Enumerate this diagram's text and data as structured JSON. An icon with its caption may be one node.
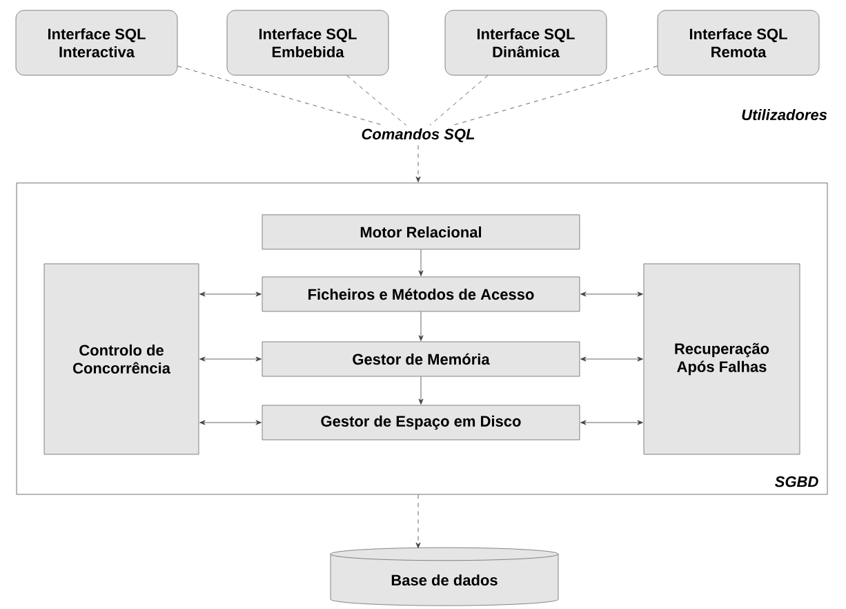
{
  "diagram": {
    "nodes": [
      {
        "text": [
          "Interface SQL Interactiva"
        ]
      },
      {
        "text": [
          "Interface SQL Embebida"
        ]
      },
      {
        "text": [
          "Interface SQL Dinâmica"
        ]
      },
      {
        "text": [
          "Interface SQL Remota"
        ]
      },
      {
        "text": [
          "Comandos SQL"
        ]
      },
      {
        "text": [
          "SGBD"
        ]
      },
      {
        "text": [
          "Motor Relacional"
        ],
        "in": 5
      },
      {
        "text": [
          "Controlo de Concorrência"
        ],
        "in": 5
      },
      {
        "text": [
          "Ficheiros e Métodos de Acesso"
        ],
        "in": 5
      },
      {
        "text": [
          "Recuperação Após Falhas"
        ],
        "in": 5
      },
      {
        "text": [
          "Gestor de Memória"
        ],
        "in": 5
      },
      {
        "text": [
          "Gestor de Espaço em Disco"
        ],
        "in": 5
      },
      {
        "text": [
          "Base de dados"
        ]
      }
    ],
    "edges": [
      {
        "from": 0,
        "to": 4,
        "arrow": "none",
        "style": "dashed"
      },
      {
        "from": 1,
        "to": 4,
        "arrow": "none",
        "style": "dashed"
      },
      {
        "from": 2,
        "to": 4,
        "arrow": "none",
        "style": "dashed"
      },
      {
        "from": 3,
        "to": 4,
        "arrow": "none",
        "style": "dashed"
      },
      {
        "from": 4,
        "to": 5,
        "arrow": "to",
        "style": "dashed"
      },
      {
        "from": 6,
        "to": 8,
        "arrow": "to"
      },
      {
        "from": 8,
        "to": 10,
        "arrow": "to"
      },
      {
        "from": 10,
        "to": 11,
        "arrow": "to"
      },
      {
        "from": 7,
        "to": 8,
        "arrow": "both"
      },
      {
        "from": 7,
        "to": 10,
        "arrow": "both"
      },
      {
        "from": 7,
        "to": 11,
        "arrow": "both"
      },
      {
        "from": 8,
        "to": 9,
        "arrow": "both"
      },
      {
        "from": 10,
        "to": 9,
        "arrow": "both"
      },
      {
        "from": 11,
        "to": 9,
        "arrow": "both"
      },
      {
        "from": 5,
        "to": 12,
        "arrow": "to",
        "style": "dashed"
      }
    ],
    "labels": [
      "Utilizadores"
    ]
  }
}
